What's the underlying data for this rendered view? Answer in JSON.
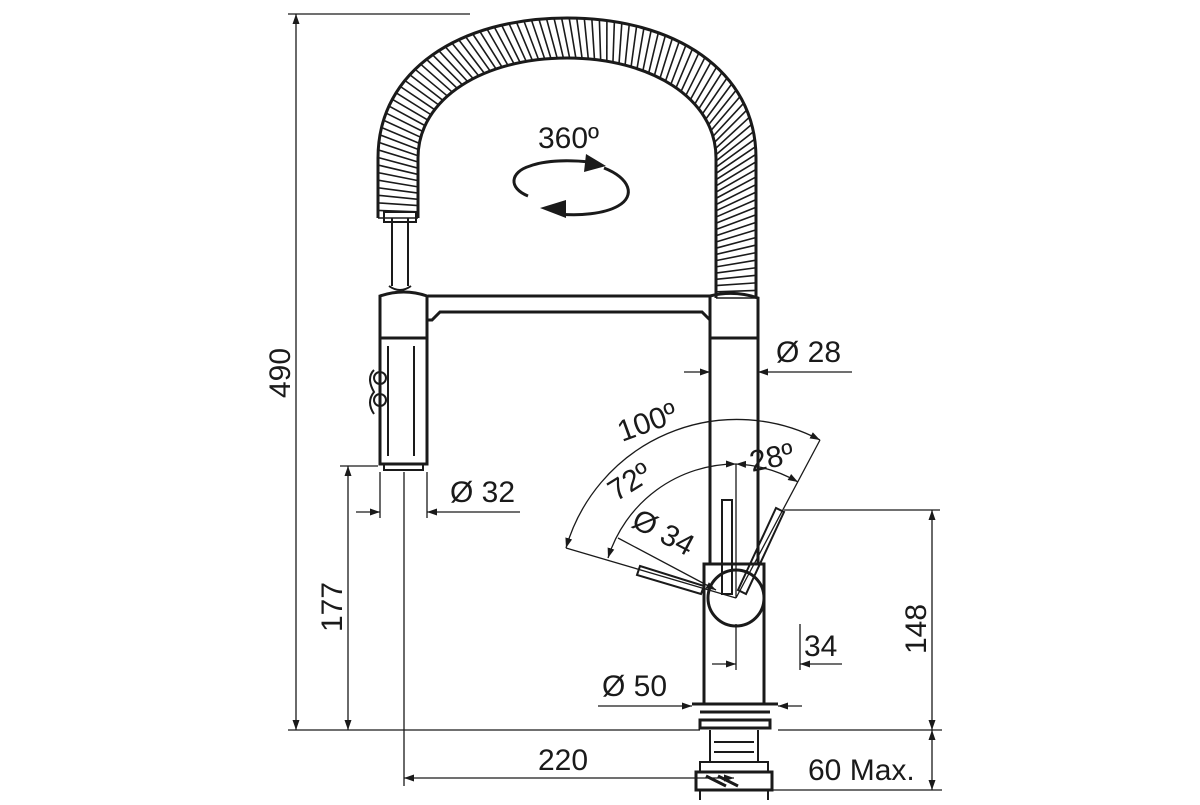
{
  "diagram": {
    "rotation_label": "360º",
    "dimensions": {
      "total_height": "490",
      "spout_diameter": "Ø 28",
      "sprayhead_diameter": "Ø 32",
      "lever_diameter": "Ø 34",
      "base_diameter": "Ø 50",
      "spout_height": "177",
      "lever_height": "148",
      "lever_offset": "34",
      "reach": "220",
      "deck_thickness": "60 Max."
    },
    "angles": {
      "total_swing": "100º",
      "forward_swing": "72º",
      "back_swing": "28º"
    }
  }
}
